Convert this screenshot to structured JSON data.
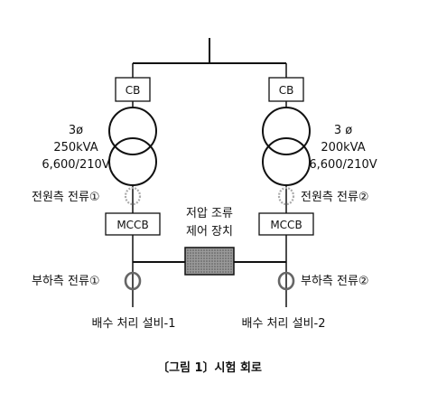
{
  "left": {
    "breaker": "CB",
    "phase": "3ø",
    "capacity": "250kVA",
    "voltage": "6,600/210V",
    "source_current": "전원측 전류①",
    "mccb": "MCCB",
    "load_current": "부하측 전류①",
    "facility": "배수 처리 설비-1"
  },
  "right": {
    "breaker": "CB",
    "phase": "3 ø",
    "capacity": "200kVA",
    "voltage": "6,600/210V",
    "source_current": "전원측 전류②",
    "mccb": "MCCB",
    "load_current": "부하측 전류②",
    "facility": "배수 처리 설비-2"
  },
  "controller": {
    "line1": "저압 조류",
    "line2": "제어 장치"
  },
  "caption": "〔그림 1〕시험 회로"
}
